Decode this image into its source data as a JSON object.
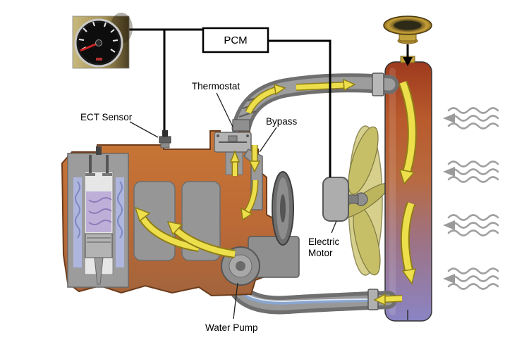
{
  "labels": {
    "pcm": "PCM",
    "thermostat": "Thermostat",
    "ect_sensor": "ECT Sensor",
    "bypass": "Bypass",
    "electric_motor_line1": "Electric",
    "electric_motor_line2": "Motor",
    "water_pump": "Water Pump"
  },
  "colors": {
    "hot_coolant_red": "#9e3a1e",
    "warm_orange": "#bc6a36",
    "cool_coolant_purple": "#8a84c4",
    "flow_arrow_yellow": "#ecdf4b",
    "metal_gray": "#8f8f8f",
    "fan_yellow_green": "#cfc87a",
    "wire_black": "#000000",
    "background": "#ffffff"
  }
}
